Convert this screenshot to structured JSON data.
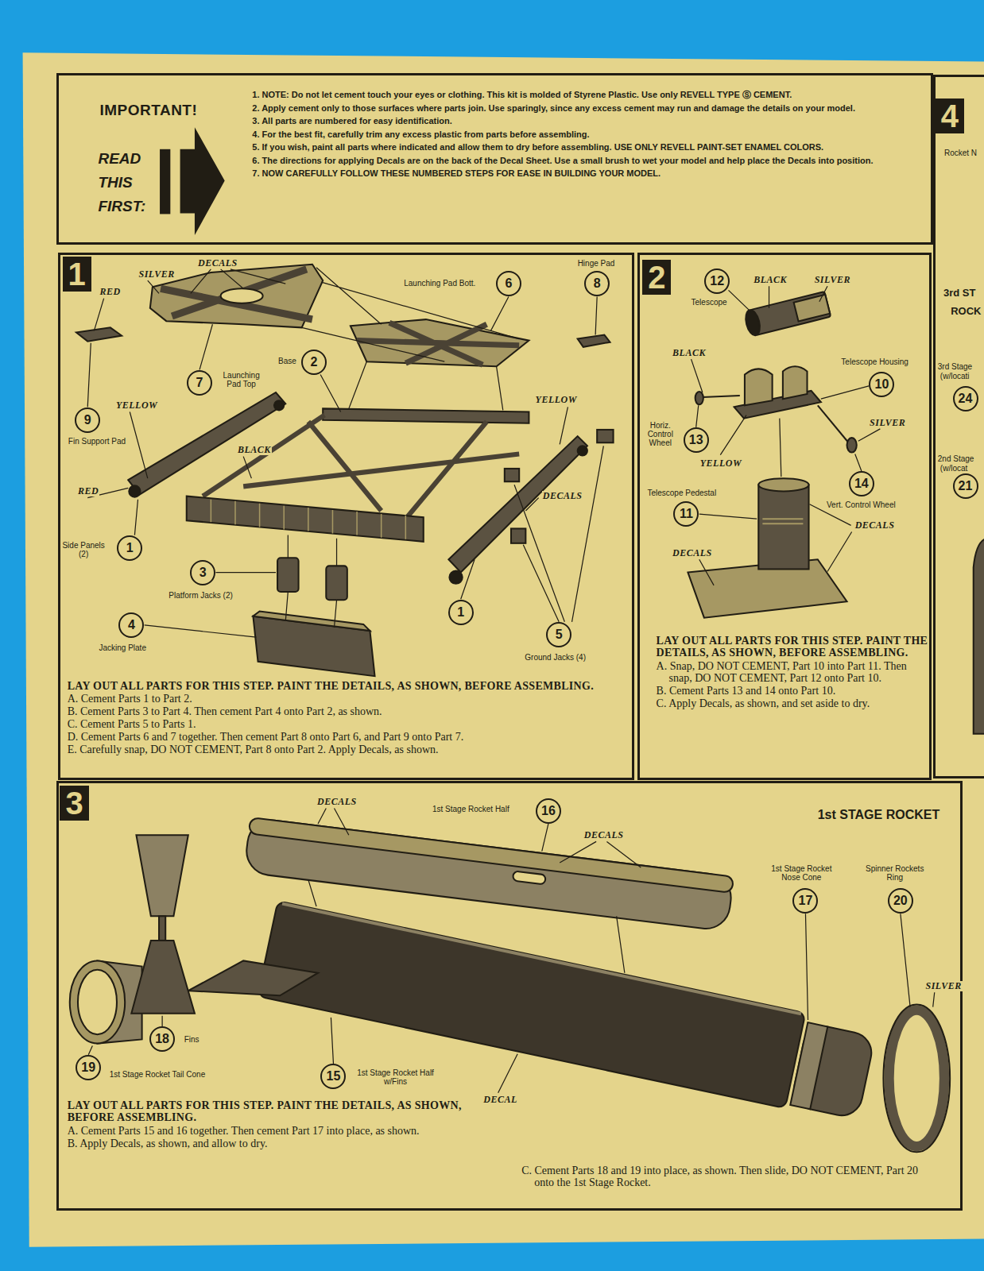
{
  "diagram": {
    "nodes": [
      {
        "text": [
          "IMPORTANT!",
          "READ THIS FIRST:",
          "1. NOTE: Do not let cement touch your eyes or clothing. This kit is molded of Styrene Plastic. Use only REVELL TYPE Ⓢ CEMENT.",
          "2. Apply cement only to those surfaces where parts join. Use sparingly, since any excess cement may run and damage the details on your model.",
          "3. All parts are numbered for easy identification.",
          "4. For the best fit, carefully trim any excess plastic from parts before assembling.",
          "5. If you wish, paint all parts where indicated and allow them to dry before assembling. USE ONLY REVELL PAINT-SET ENAMEL COLORS.",
          "6. The directions for applying Decals are on the back of the Decal Sheet. Use a small brush to wet your model and help place the Decals into position.",
          "7. NOW CAREFULLY FOLLOW THESE NUMBERED STEPS FOR EASE IN BUILDING YOUR MODEL."
        ]
      },
      {
        "text": [
          "1",
          "LAY OUT ALL PARTS FOR THIS STEP. PAINT THE DETAILS, AS SHOWN, BEFORE ASSEMBLING.",
          "A. Cement Parts 1 to Part 2.",
          "B. Cement Parts 3 to Part 4. Then cement Part 4 onto Part 2, as shown.",
          "C. Cement Parts 5 to Parts 1.",
          "D. Cement Parts 6 and 7 together. Then cement Part 8 onto Part 6, and Part 9 onto Part 7.",
          "E. Carefully snap, DO NOT CEMENT, Part 8 onto Part 2. Apply Decals, as shown."
        ]
      },
      {
        "text": [
          "2",
          "LAY OUT ALL PARTS FOR THIS STEP. PAINT THE DETAILS, AS SHOWN, BEFORE ASSEMBLING.",
          "A. Snap, DO NOT CEMENT, Part 10 into Part 11. Then snap, DO NOT CEMENT, Part 12 onto Part 10.",
          "B. Cement Parts 13 and 14 onto Part 10.",
          "C. Apply Decals, as shown, and set aside to dry."
        ]
      },
      {
        "text": [
          "3",
          "1st STAGE ROCKET",
          "LAY OUT ALL PARTS FOR THIS STEP. PAINT THE DETAILS, AS SHOWN, BEFORE ASSEMBLING.",
          "A. Cement Parts 15 and 16 together. Then cement Part 17 into place, as shown.",
          "B. Apply Decals, as shown, and allow to dry.",
          "C. Cement Parts 18 and 19 into place, as shown. Then slide, DO NOT CEMENT, Part 20 onto the 1st Stage Rocket."
        ]
      },
      {
        "text": [
          "4"
        ]
      }
    ],
    "labels": [
      "DECALS",
      "SILVER",
      "RED",
      "YELLOW",
      "BLACK",
      "RED",
      "YELLOW",
      "DECALS",
      "Launching Pad Bott.",
      "6",
      "Hinge Pad",
      "8",
      "Base",
      "2",
      "7",
      "Launching Pad Top",
      "9",
      "Fin Support Pad",
      "Side Panels (2)",
      "1",
      "3",
      "Platform Jacks (2)",
      "4",
      "Jacking Plate",
      "1",
      "5",
      "Ground Jacks (4)",
      "12",
      "Telescope",
      "BLACK",
      "SILVER",
      "BLACK",
      "Telescope Housing",
      "10",
      "Horiz. Control Wheel",
      "13",
      "YELLOW",
      "SILVER",
      "14",
      "Vert. Control Wheel",
      "Telescope Pedestal",
      "11",
      "DECALS",
      "DECALS",
      "DECALS",
      "1st Stage Rocket Half",
      "16",
      "DECALS",
      "1st Stage Rocket Nose Cone",
      "17",
      "Spinner Rockets Ring",
      "20",
      "SILVER",
      "18",
      "Fins",
      "19",
      "1st Stage Rocket Tail Cone",
      "15",
      "1st Stage Rocket Half w/Fins",
      "DECAL",
      "Rocket N",
      "3rd ST",
      "ROCK",
      "3rd Stage",
      "(w/locati",
      "24",
      "2nd Stage",
      "(w/locat",
      "21"
    ]
  }
}
